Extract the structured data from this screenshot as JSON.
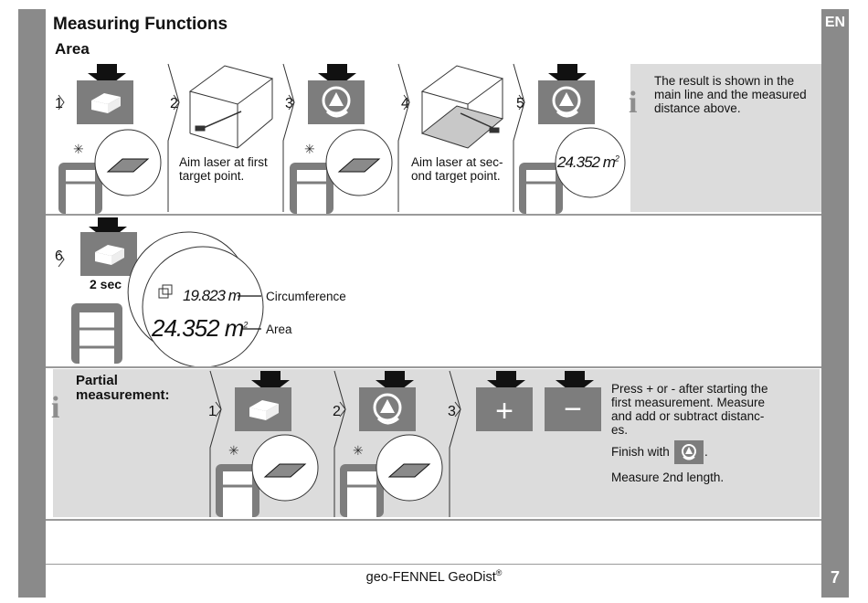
{
  "page": {
    "lang": "EN",
    "number": "7"
  },
  "header": {
    "title": "Measuring Functions",
    "subtitle": "Area"
  },
  "row1": {
    "steps": [
      "1",
      "2",
      "3",
      "4",
      "5"
    ],
    "caption_step2": [
      "Aim laser at first",
      "target point."
    ],
    "caption_step4": [
      "Aim laser at sec-",
      "ond target point."
    ],
    "display_step5": "24.352 m",
    "display_step5_exp": "2",
    "info": [
      "The result is shown in the",
      "main line and the measured",
      "distance above."
    ],
    "info_icon": "i"
  },
  "row2": {
    "step": "6",
    "hold": "2 sec",
    "line1_value": "19.823 m",
    "line1_label": "Circumference",
    "line2_value": "24.352 m",
    "line2_exp": "2",
    "line2_label": "Area"
  },
  "row3": {
    "info_icon": "i",
    "heading": [
      "Partial",
      "measurement:"
    ],
    "steps": [
      "1",
      "2",
      "3"
    ],
    "plus": "+",
    "minus": "−",
    "text1": [
      "Press + or - after starting the",
      "first measurement. Measure",
      "and add or subtract distanc-",
      "es."
    ],
    "text2": "Finish with",
    "text2_end": ".",
    "text3": "Measure 2nd length."
  },
  "footer": {
    "text": "geo-FENNEL GeoDist",
    "mark": "®"
  },
  "colors": {
    "sidebar": "#8a8a8a",
    "panel": "#dcdcdc",
    "icon": "#7d7d7d"
  }
}
